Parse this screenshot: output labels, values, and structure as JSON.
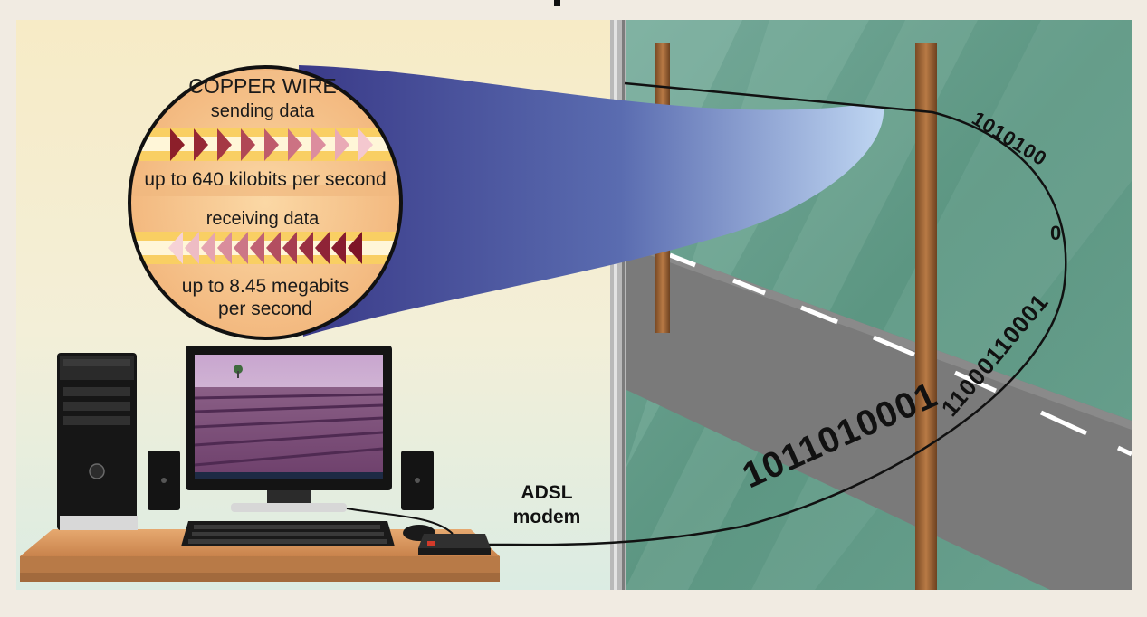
{
  "callout": {
    "title": "COPPER WIRE",
    "send_label": "sending data",
    "send_rate": "up to 640 kilobits per second",
    "receive_label": "receiving data",
    "receive_rate_line1": "up to 8.45 megabits",
    "receive_rate_line2": "per second"
  },
  "modem_label": {
    "line1": "ADSL",
    "line2": "modem"
  },
  "binary": {
    "upper_line1": "1010100",
    "upper_line2": "0",
    "diagonal": "11000110001",
    "lower": "1011010001"
  },
  "colors": {
    "left_wall": "#f7eac6",
    "right_wall": "#5f9a86",
    "road": "#7d7d7d",
    "callout_beam": "#3f3f90",
    "pole": "#9c6535"
  }
}
